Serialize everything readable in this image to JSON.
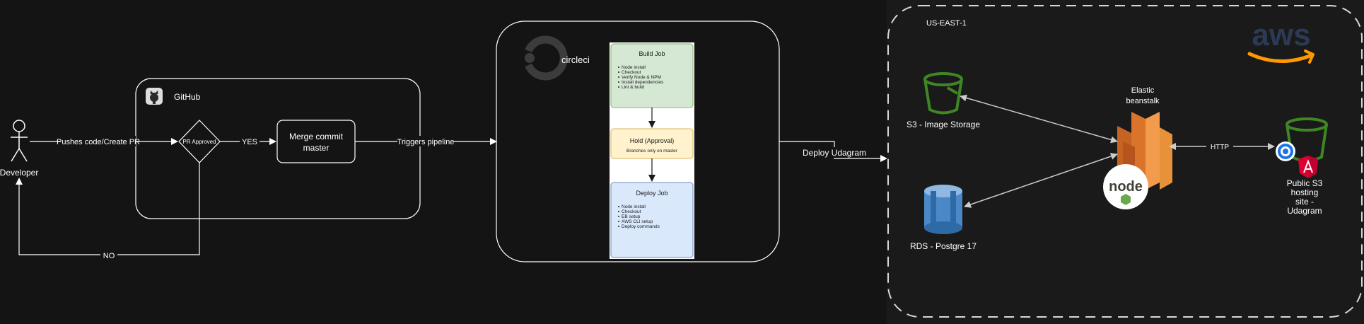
{
  "actor": {
    "label": "Developer"
  },
  "github": {
    "label": "GitHub"
  },
  "decision": {
    "label": "PR Approved"
  },
  "merge": {
    "line1": "Merge commit",
    "line2": "master"
  },
  "edges": {
    "push": "Pushes code/Create PR",
    "yes": "YES",
    "no": "NO",
    "trigger": "Triggers pipeline",
    "deploy": "Deploy Udagram",
    "http": "HTTP"
  },
  "circleci": {
    "label": "circleci",
    "build": {
      "title": "Build Job",
      "steps": [
        "Node install",
        "Checkout",
        "Verify Node & NPM",
        "Install dependencies",
        "Lint & build"
      ]
    },
    "hold": {
      "title": "Hold (Approval)",
      "subtitle": "Branches only on master"
    },
    "deploy": {
      "title": "Deploy Job",
      "steps": [
        "Node install",
        "Checkout",
        "EB setup",
        "AWS CLI setup",
        "Deploy commands"
      ]
    }
  },
  "aws": {
    "region": "US-EAST-1",
    "logo_text": "aws",
    "s3": "S3 - Image Storage",
    "rds": "RDS - Postgre 17",
    "eb": {
      "line1": "Elastic",
      "line2": "beanstalk"
    },
    "node_logo": "node",
    "public_s3": {
      "line1": "Public S3",
      "line2": "hosting",
      "line3": "site -",
      "line4": "Udagram"
    }
  },
  "colors": {
    "background": "#141414",
    "aws_panel": "#1a1a1a",
    "build_fill": "#d5e8d4",
    "hold_fill": "#fff2cc",
    "deploy_fill": "#dae8fc",
    "s3_green": "#3f8624",
    "eb_orange": "#e7913a",
    "rds_blue": "#4a88c8",
    "aws_orange": "#f90"
  }
}
